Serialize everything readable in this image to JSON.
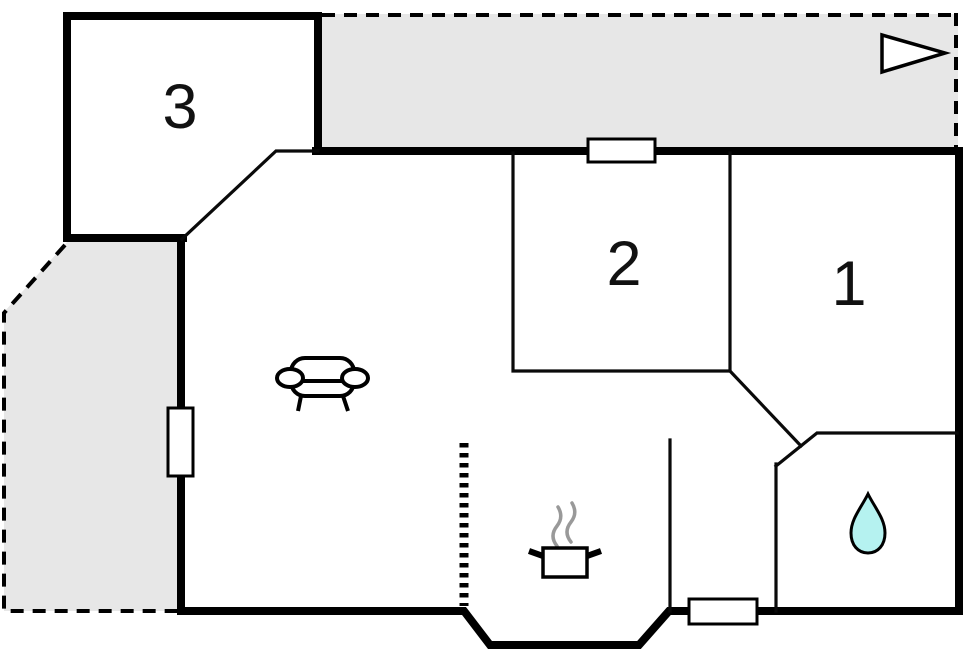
{
  "plan": {
    "name": "floor-plan",
    "rooms": [
      {
        "id": "room-1",
        "label": "1"
      },
      {
        "id": "room-2",
        "label": "2"
      },
      {
        "id": "room-3",
        "label": "3"
      }
    ],
    "icons": [
      {
        "name": "sofa-icon",
        "meaning": "living room seating"
      },
      {
        "name": "steam-pot-icon",
        "meaning": "kitchen / stove"
      },
      {
        "name": "water-drop-icon",
        "meaning": "bathroom / water"
      },
      {
        "name": "north-arrow-icon",
        "meaning": "orientation arrow"
      }
    ]
  },
  "colors": {
    "background": "#ffffff",
    "wall": "#000000",
    "thin_wall": "#0a0a0a",
    "terrace_fill": "#e7e7e7",
    "window_fill": "#ffffff",
    "drop_fill": "#b5f2f0",
    "steam": "#999999",
    "label": "#111111"
  }
}
